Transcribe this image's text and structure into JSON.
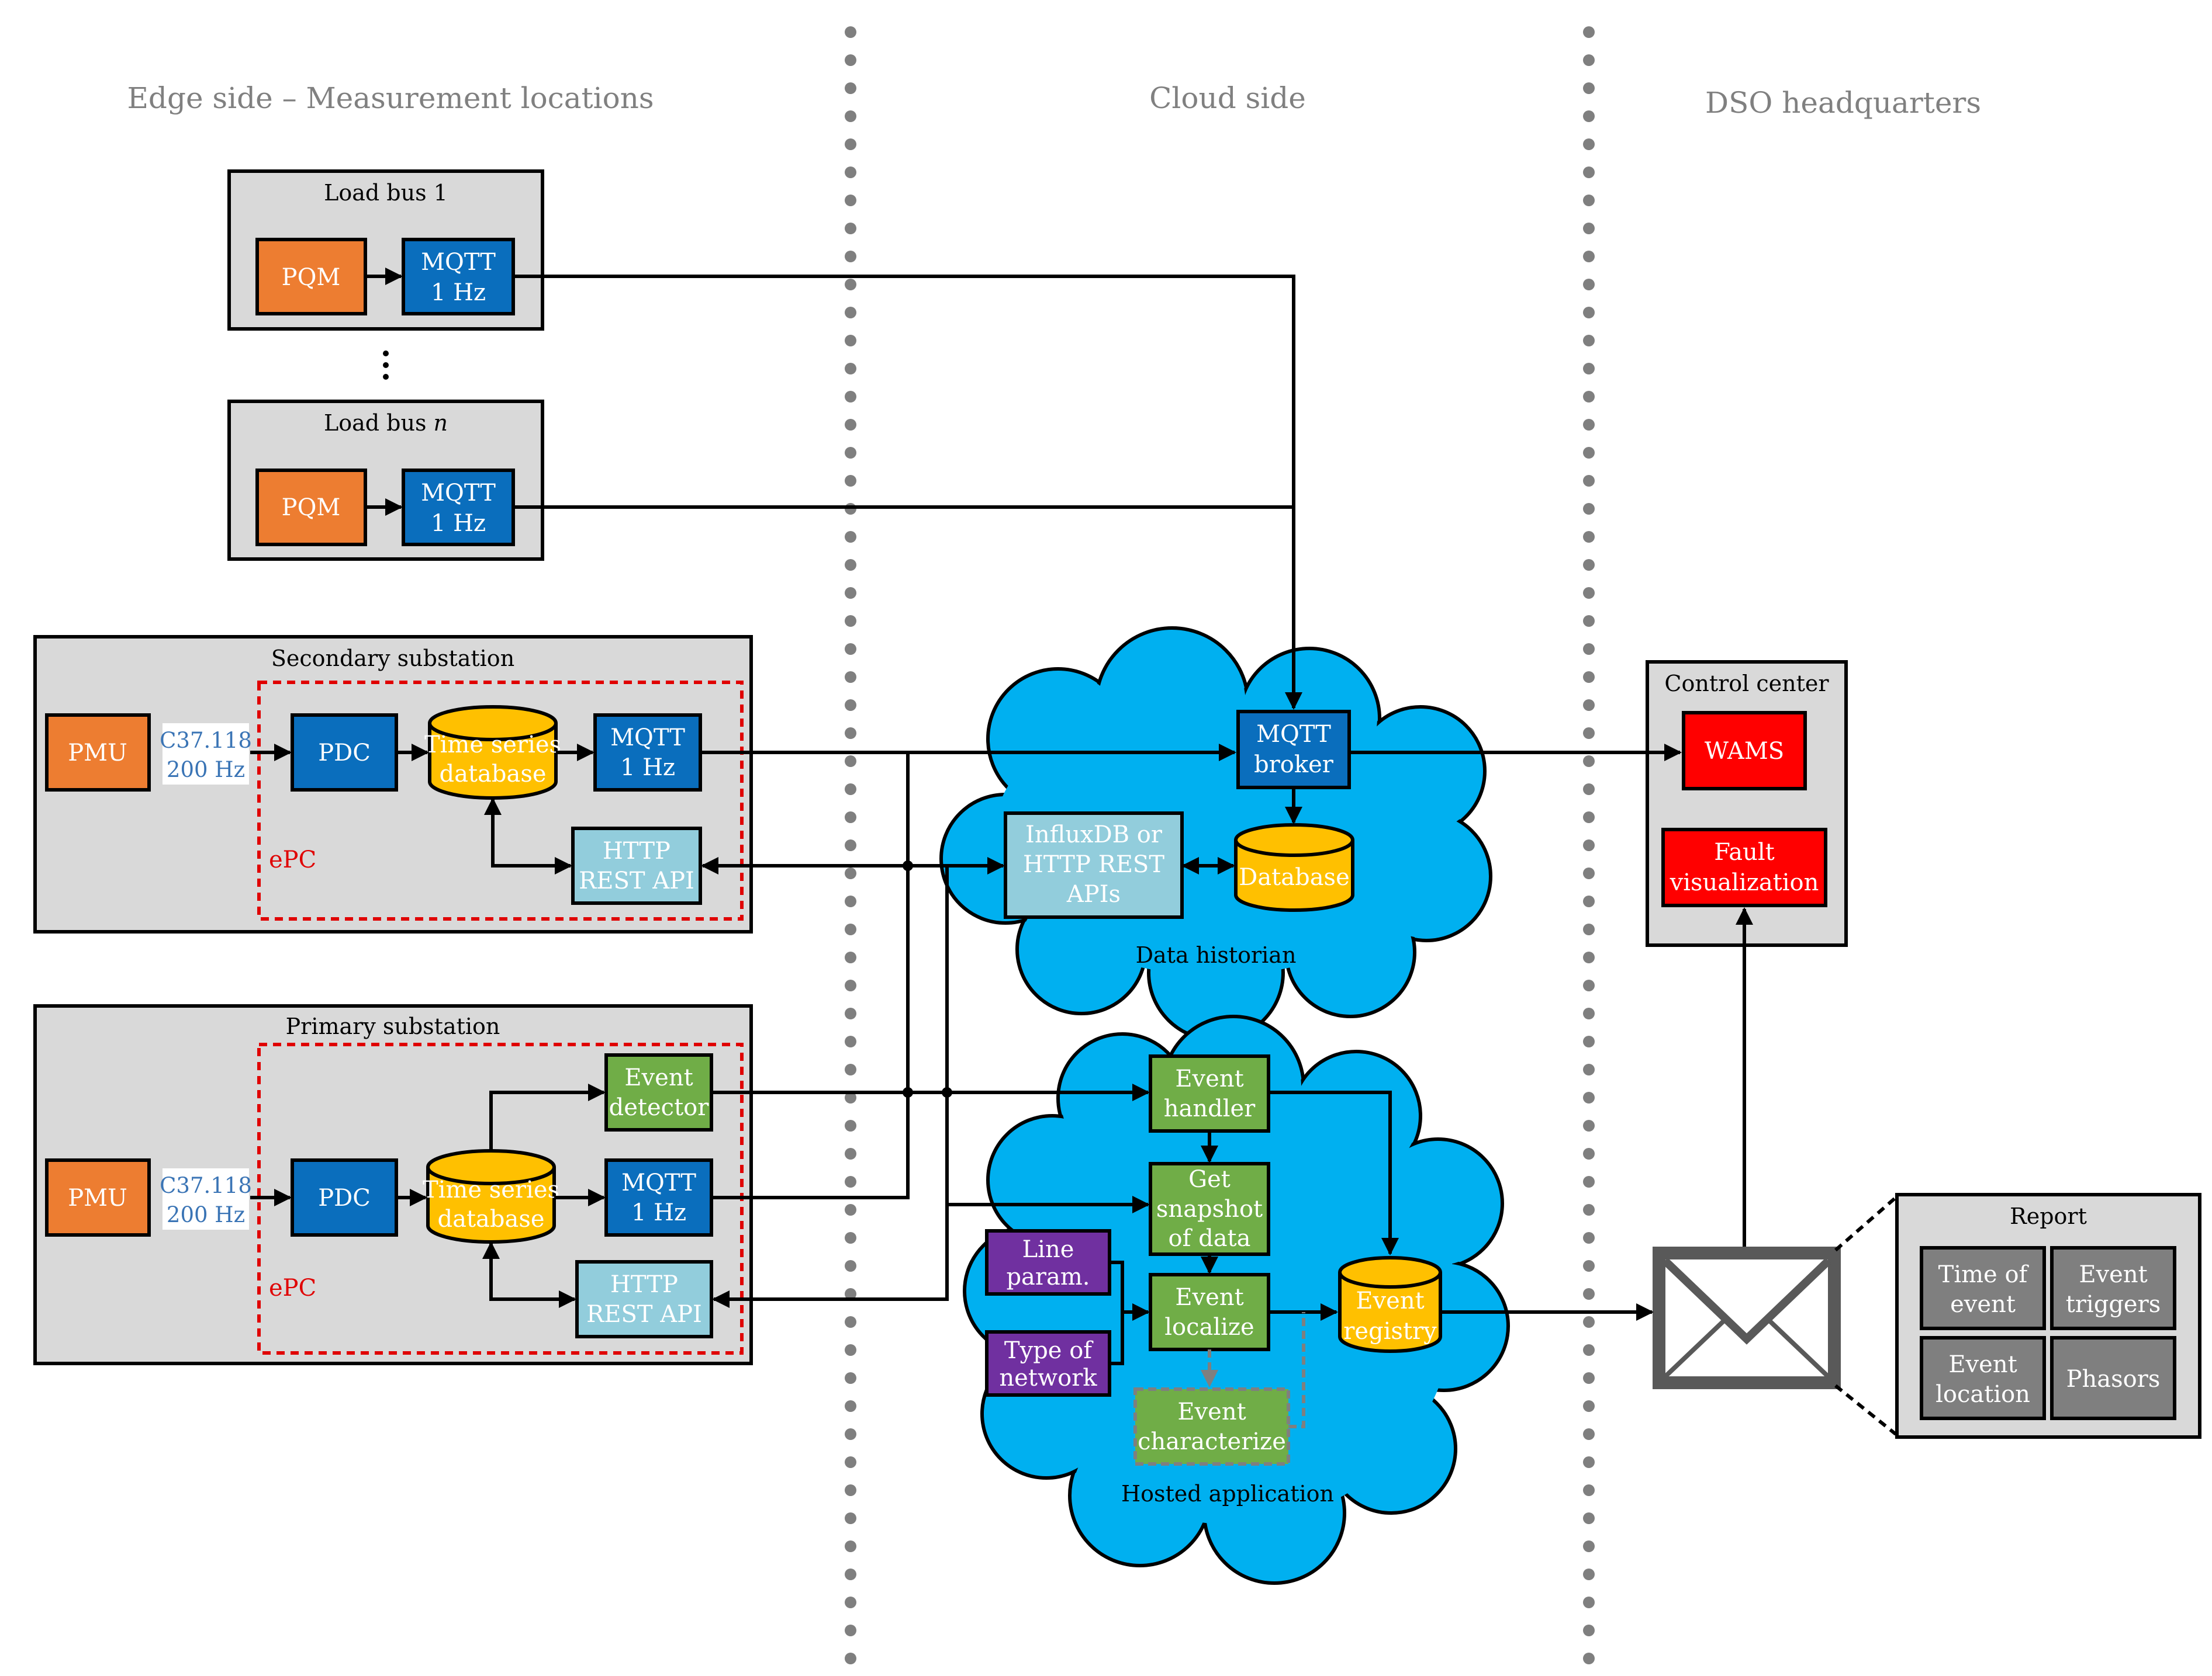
{
  "headers": {
    "edge": "Edge side – Measurement locations",
    "cloud": "Cloud side",
    "dso": "DSO headquarters"
  },
  "load_bus_1": {
    "title": "Load bus 1",
    "pqm": "PQM",
    "mqtt": [
      "MQTT",
      "1 Hz"
    ]
  },
  "load_bus_n": {
    "title_prefix": "Load bus ",
    "title_var": "n",
    "pqm": "PQM",
    "mqtt": [
      "MQTT",
      "1 Hz"
    ]
  },
  "secondary": {
    "title": "Secondary substation",
    "pmu": "PMU",
    "protocol": [
      "C37.118",
      "200 Hz"
    ],
    "pdc": "PDC",
    "tsdb": [
      "Time series",
      "database"
    ],
    "mqtt": [
      "MQTT",
      "1 Hz"
    ],
    "http": [
      "HTTP",
      "REST API"
    ],
    "epc": "ePC"
  },
  "primary": {
    "title": "Primary substation",
    "pmu": "PMU",
    "protocol": [
      "C37.118",
      "200 Hz"
    ],
    "pdc": "PDC",
    "tsdb": [
      "Time series",
      "database"
    ],
    "event_detector": [
      "Event",
      "detector"
    ],
    "mqtt": [
      "MQTT",
      "1 Hz"
    ],
    "http": [
      "HTTP",
      "REST API"
    ],
    "epc": "ePC"
  },
  "data_historian": {
    "label": "Data historian",
    "broker": [
      "MQTT",
      "broker"
    ],
    "apis": [
      "InfluxDB or",
      "HTTP REST",
      "APIs"
    ],
    "database": "Database"
  },
  "hosted_app": {
    "label": "Hosted application",
    "event_handler": [
      "Event",
      "handler"
    ],
    "get_snapshot": [
      "Get",
      "snapshot",
      "of data"
    ],
    "line_param": [
      "Line",
      "param."
    ],
    "type_network": [
      "Type of",
      "network"
    ],
    "event_localize": [
      "Event",
      "localize"
    ],
    "event_characterize": [
      "Event",
      "characterize"
    ],
    "event_registry": [
      "Event",
      "registry"
    ]
  },
  "control_center": {
    "title": "Control center",
    "wams": "WAMS",
    "fault_vis": [
      "Fault",
      "visualization"
    ]
  },
  "report": {
    "title": "Report",
    "items": [
      [
        "Time of",
        "event"
      ],
      [
        "Event",
        "triggers"
      ],
      [
        "Event",
        "location"
      ],
      [
        "Phasors"
      ]
    ]
  },
  "colors": {
    "orange": "#ed7d31",
    "blue": "#0a6ebd",
    "light_blue": "#92cddc",
    "yellow": "#ffc000",
    "green": "#70ad47",
    "purple": "#7030a0",
    "red": "#ff0000",
    "cloud": "#00b0f0",
    "grey_panel": "#d9d9d9",
    "report_item": "#7f7f7f"
  },
  "icons": {
    "report_channel": "envelope-icon"
  }
}
